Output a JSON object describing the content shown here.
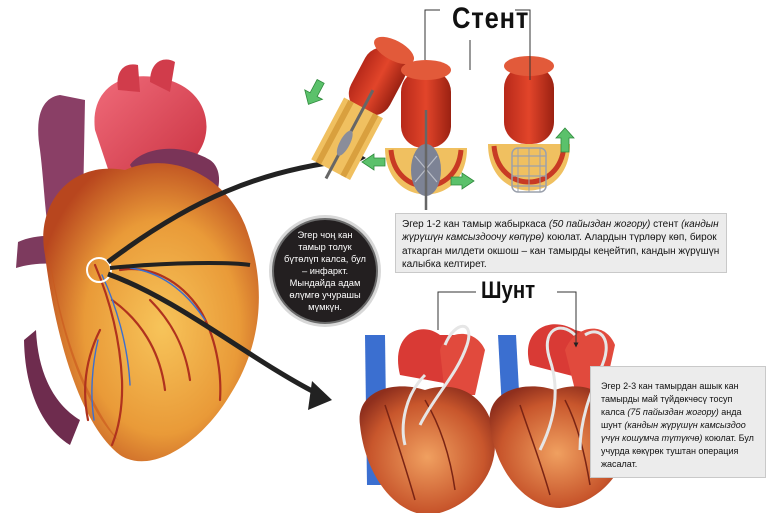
{
  "stent": {
    "title": "Стент",
    "description_parts": [
      "Эгер 1-2 кан тамыр жабыркаса ",
      "(50 пайыздан жогору)",
      " стент ",
      "(кандын жүрүшүн камсыздоочу көпүрө)",
      " коюлат. Алардын түрлөрү көп, бирок аткарган милдети окшош – кан тамырды кеңейтип, кандын жүрүшүн калыбка келтирет."
    ]
  },
  "shunt": {
    "title": "Шунт",
    "description_parts": [
      "Эгер 2-3 кан тамырдан ашык кан тамырды май түйдөкчөсү тосуп калса ",
      "(75 пайыздан жогору)",
      " анда шунт ",
      "(кандын жүрүшүн камсыздоо үчүн кошумча түтүкчө)",
      " коюлат. Бул учурда көкүрөк туштан операция жасалат."
    ]
  },
  "callout": {
    "text": "Эгер чоң кан тамыр толук бүтөлүп калса, бул – инфаркт. Мындайда адам өлүмгө учурашы мүмкүн."
  },
  "colors": {
    "heart_red": "#c8312a",
    "aorta_purple": "#8e3f6b",
    "myocardium_orange": "#e9a140",
    "vein_blue": "#3b6fd0",
    "arrow_green": "#5bc16b",
    "text_dark": "#111111"
  }
}
